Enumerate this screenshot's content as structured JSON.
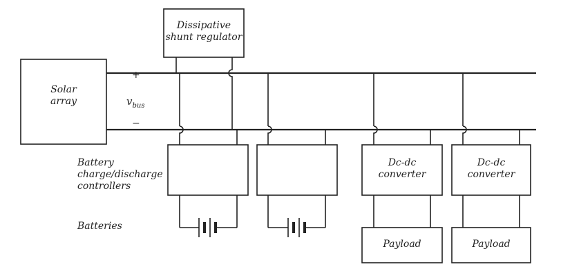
{
  "labels": {
    "shunt_regulator": [
      "Dissipative",
      "shunt regulator"
    ],
    "solar_array": [
      "Solar",
      "array"
    ],
    "plus_sign": "+",
    "minus_sign": "−",
    "vbus_main": "v",
    "vbus_sub": "bus",
    "battery_controllers": [
      "Battery",
      "charge/discharge",
      "controllers"
    ],
    "batteries": "Batteries",
    "converter_1": [
      "Dc-dc",
      "converter"
    ],
    "converter_2": [
      "Dc-dc",
      "converter"
    ],
    "payload_1": "Payload",
    "payload_2": "Payload"
  },
  "colors": {
    "line": "#222222",
    "background": "#ffffff"
  }
}
